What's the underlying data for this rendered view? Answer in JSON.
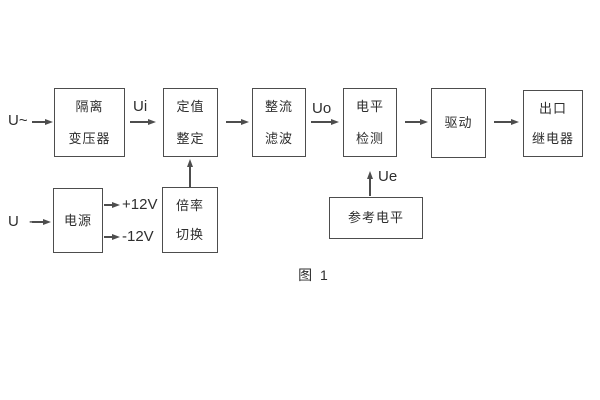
{
  "figure": {
    "caption": "图 1",
    "colors": {
      "line": "#4d4d4d",
      "text": "#2e2e2e",
      "background": "#ffffff"
    }
  },
  "inputs": {
    "ac": "U~",
    "dc": "U -"
  },
  "signals": {
    "ui": "Ui",
    "uo": "Uo",
    "ue": "Ue"
  },
  "power_rails": {
    "positive": "+12V",
    "negative": "-12V"
  },
  "blocks": {
    "isolation_transformer": {
      "line1": "隔离",
      "line2": "变压器"
    },
    "setting_adjustment": {
      "line1": "定值",
      "line2": "整定"
    },
    "rectifier_filter": {
      "line1": "整流",
      "line2": "滤波"
    },
    "level_detection": {
      "line1": "电平",
      "line2": "检测"
    },
    "driver": {
      "label": "驱动"
    },
    "output_relay": {
      "line1": "出口",
      "line2": "继电器"
    },
    "power_supply": {
      "label": "电源"
    },
    "ratio_switch": {
      "line1": "倍率",
      "line2": "切换"
    },
    "reference_level": {
      "label": "参考电平"
    }
  }
}
